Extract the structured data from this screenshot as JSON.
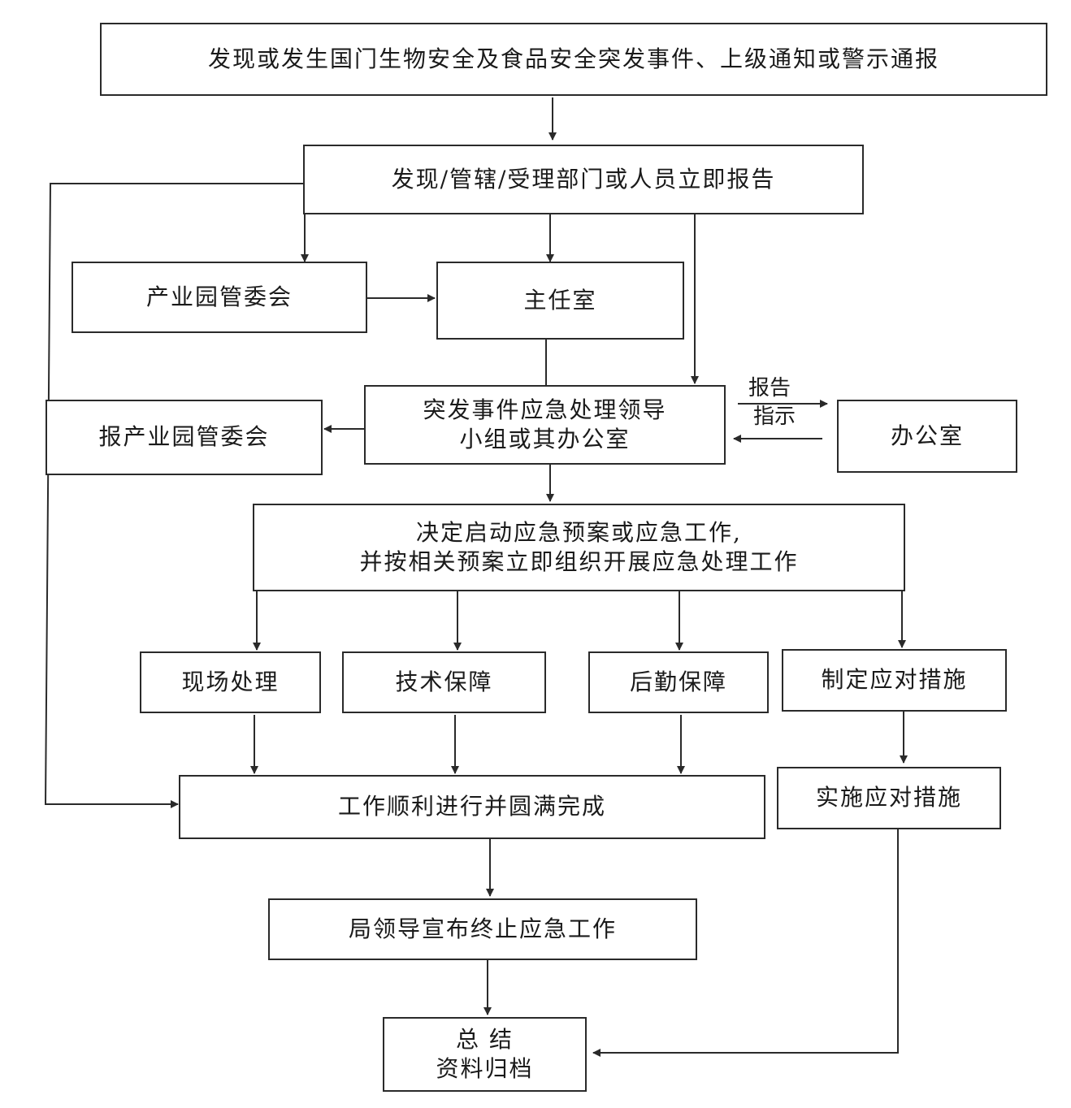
{
  "nodes": {
    "trigger": "发现或发生国门生物安全及食品安全突发事件、上级通知或警示通报",
    "report_immediately": "发现/管辖/受理部门或人员立即报告",
    "park_committee": "产业园管委会",
    "director_office": "主任室",
    "leading_group": [
      "突发事件应急处理领导",
      "小组或其办公室"
    ],
    "report_park_committee": "报产业园管委会",
    "office": "办公室",
    "start_plan": [
      "决定启动应急预案或应急工作,",
      "并按相关预案立即组织开展应急处理工作"
    ],
    "onsite_handling": "现场处理",
    "technical_support": "技术保障",
    "logistics_support": "后勤保障",
    "formulate_measures": "制定应对措施",
    "implement_measures": "实施应对措施",
    "work_completed": "工作顺利进行并圆满完成",
    "terminate": "局领导宣布终止应急工作",
    "summary_archive": [
      "总 结",
      "资料归档"
    ]
  },
  "edge_labels": {
    "report": "报告",
    "instruct": "指示"
  }
}
